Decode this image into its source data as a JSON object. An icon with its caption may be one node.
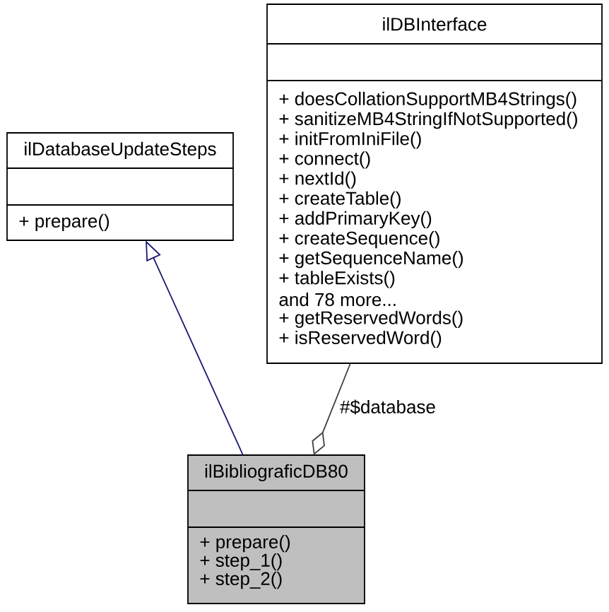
{
  "diagram": {
    "nodes": [
      {
        "text": [
          "ilDatabaseUpdateSteps",
          "+ prepare()"
        ]
      },
      {
        "text": [
          "ilDBInterface",
          "+ doesCollationSupportMB4Strings()",
          "+ sanitizeMB4StringIfNotSupported()",
          "+ initFromIniFile()",
          "+ connect()",
          "+ nextId()",
          "+ createTable()",
          "+ addPrimaryKey()",
          "+ createSequence()",
          "+ getSequenceName()",
          "+ tableExists()",
          "and 78 more...",
          "+ getReservedWords()",
          "+ isReservedWord()"
        ]
      },
      {
        "text": [
          "ilBibliograficDB80",
          "+ prepare()",
          "+ step_1()",
          "+ step_2()"
        ]
      }
    ],
    "edges": [
      {
        "from": 2,
        "to": 0,
        "arrow": "to",
        "color": "#191970"
      },
      {
        "from": 1,
        "to": 2,
        "arrow": "other",
        "label": "#$database",
        "color": "#404040"
      }
    ]
  }
}
